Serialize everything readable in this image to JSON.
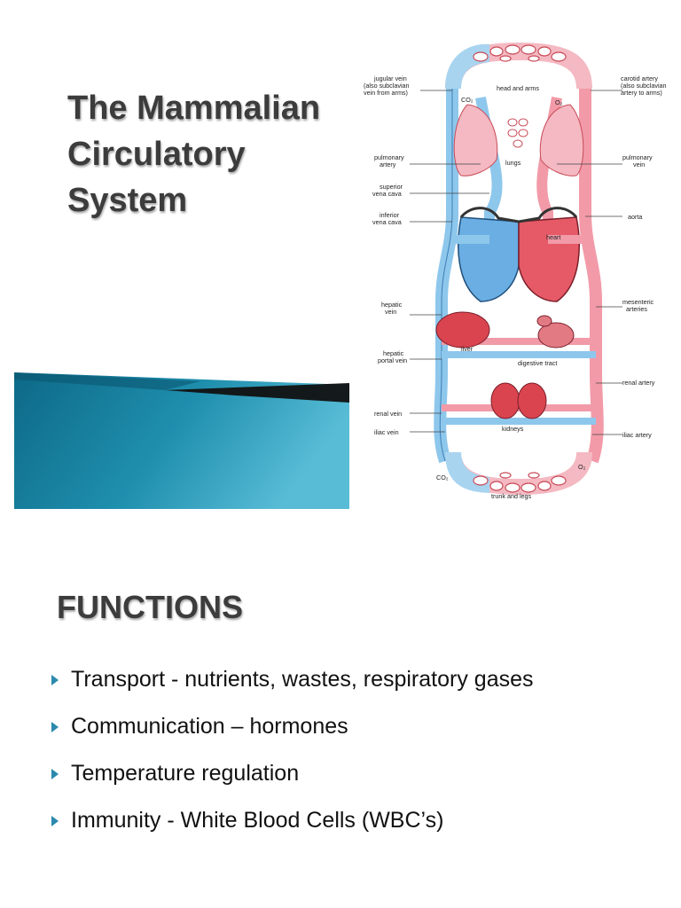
{
  "slide": {
    "title_lines": [
      "The Mammalian",
      "Circulatory",
      "System"
    ]
  },
  "diagram": {
    "labels": {
      "jugular": [
        "jugular vein",
        "(also subclavian",
        "vein from arms)"
      ],
      "head_arms": "head and arms",
      "carotid": [
        "carotid artery",
        "(also subclavian",
        "artery to arms)"
      ],
      "co2_top": "CO₂",
      "o2_top": "O₂",
      "pulm_artery": [
        "pulmonary",
        "artery"
      ],
      "lungs": "lungs",
      "pulm_vein": [
        "pulmonary",
        "vein"
      ],
      "sup_vc": [
        "superior",
        "vena cava"
      ],
      "inf_vc": [
        "inferior",
        "vena cava"
      ],
      "aorta": "aorta",
      "heart": "heart",
      "hepatic_vein": [
        "hepatic",
        "vein"
      ],
      "mesenteric": [
        "mesenteric",
        "arteries"
      ],
      "liver": "liver",
      "hep_portal": [
        "hepatic",
        "portal vein"
      ],
      "digestive": "digestive tract",
      "renal_artery": "renal artery",
      "renal_vein": "renal vein",
      "kidneys": "kidneys",
      "iliac_vein": "iliac vein",
      "iliac_artery": "iliac artery",
      "co2_bottom": "CO₂",
      "o2_bottom": "O₂",
      "trunk_legs": "trunk and legs"
    },
    "colors": {
      "vein": "#8ec7ec",
      "artery": "#f29aa8",
      "vein_dark": "#3d7fb5",
      "artery_dark": "#c9424f",
      "organ": "#d9444f"
    }
  },
  "functions": {
    "title": "FUNCTIONS",
    "items": [
      "Transport - nutrients, wastes, respiratory gases",
      "Communication – hormones",
      "Temperature regulation",
      "Immunity - White Blood Cells (WBC’s)"
    ]
  }
}
